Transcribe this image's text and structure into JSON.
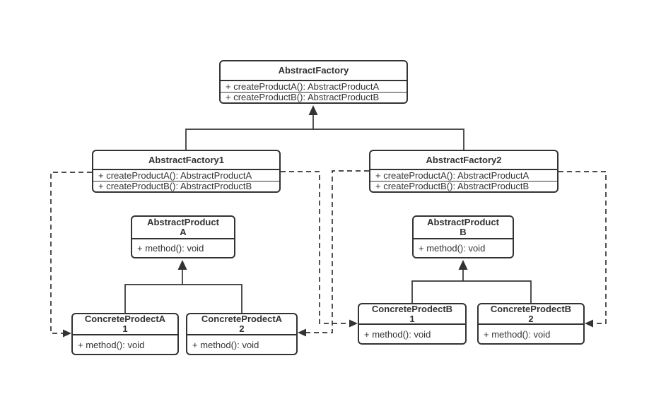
{
  "canvas": {
    "background": "#ffffff",
    "stroke_color": "#333333",
    "text_color": "#333333"
  },
  "classes": [
    {
      "name": "AbstractFactory",
      "methods": [
        "+ createProductA(): AbstractProductA",
        "+ createProductB(): AbstractProductB"
      ]
    },
    {
      "name": "AbstractFactory1",
      "methods": [
        "+ createProductA(): AbstractProductA",
        "+ createProductB(): AbstractProductB"
      ]
    },
    {
      "name": "AbstractFactory2",
      "methods": [
        "+ createProductA(): AbstractProductA",
        "+ createProductB(): AbstractProductB"
      ]
    },
    {
      "name_line1": "AbstractProduct",
      "name_line2": "A",
      "methods": [
        "+ method(): void"
      ]
    },
    {
      "name_line1": "AbstractProduct",
      "name_line2": "B",
      "methods": [
        "+ method(): void"
      ]
    },
    {
      "name_line1": "ConcreteProdectA",
      "name_line2": "1",
      "methods": [
        "+ method(): void"
      ]
    },
    {
      "name_line1": "ConcreteProdectA",
      "name_line2": "2",
      "methods": [
        "+ method(): void"
      ]
    },
    {
      "name_line1": "ConcreteProdectB",
      "name_line2": "1",
      "methods": [
        "+ method(): void"
      ]
    },
    {
      "name_line1": "ConcreteProdectB",
      "name_line2": "2",
      "methods": [
        "+ method(): void"
      ]
    }
  ],
  "relations": [
    {
      "type": "generalization",
      "from": "AbstractFactory1",
      "to": "AbstractFactory",
      "line": "solid",
      "arrowhead": "filled-triangle"
    },
    {
      "type": "generalization",
      "from": "AbstractFactory2",
      "to": "AbstractFactory",
      "line": "solid",
      "arrowhead": "filled-triangle"
    },
    {
      "type": "generalization",
      "from": "ConcreteProdectA1",
      "to": "AbstractProduct A",
      "line": "solid",
      "arrowhead": "filled-triangle"
    },
    {
      "type": "generalization",
      "from": "ConcreteProdectA2",
      "to": "AbstractProduct A",
      "line": "solid",
      "arrowhead": "filled-triangle"
    },
    {
      "type": "generalization",
      "from": "ConcreteProdectB1",
      "to": "AbstractProduct B",
      "line": "solid",
      "arrowhead": "filled-triangle"
    },
    {
      "type": "generalization",
      "from": "ConcreteProdectB2",
      "to": "AbstractProduct B",
      "line": "solid",
      "arrowhead": "filled-triangle"
    },
    {
      "type": "dependency",
      "from": "AbstractFactory1",
      "to": "ConcreteProdectA1",
      "line": "dashed",
      "arrowhead": "filled-triangle"
    },
    {
      "type": "dependency",
      "from": "AbstractFactory1",
      "to": "ConcreteProdectB1",
      "line": "dashed",
      "arrowhead": "filled-triangle"
    },
    {
      "type": "dependency",
      "from": "AbstractFactory2",
      "to": "ConcreteProdectA2",
      "line": "dashed",
      "arrowhead": "filled-triangle"
    },
    {
      "type": "dependency",
      "from": "AbstractFactory2",
      "to": "ConcreteProdectB2",
      "line": "dashed",
      "arrowhead": "filled-triangle"
    }
  ]
}
